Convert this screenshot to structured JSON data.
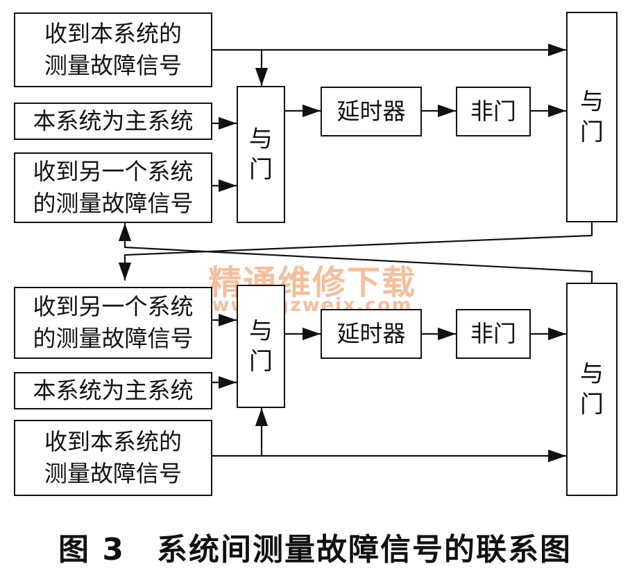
{
  "top": {
    "own_fault": "收到本系统的\n测量故障信号",
    "is_master": "本系统为主系统",
    "other_fault": "收到另一个系统\n的测量故障信号",
    "and_gate": "与\n门",
    "delay": "延时器",
    "not_gate": "非门",
    "and_gate_final": "与\n门"
  },
  "bottom": {
    "other_fault": "收到另一个系统\n的测量故障信号",
    "is_master": "本系统为主系统",
    "own_fault": "收到本系统的\n测量故障信号",
    "and_gate": "与\n门",
    "delay": "延时器",
    "not_gate": "非门",
    "and_gate_final": "与\n门"
  },
  "watermark": {
    "text": "精通维修下载",
    "url": "www.gzweix.com"
  },
  "caption": "图 3　系统间测量故障信号的联系图",
  "colors": {
    "line": "#111111",
    "watermark": "#f3b48d"
  }
}
